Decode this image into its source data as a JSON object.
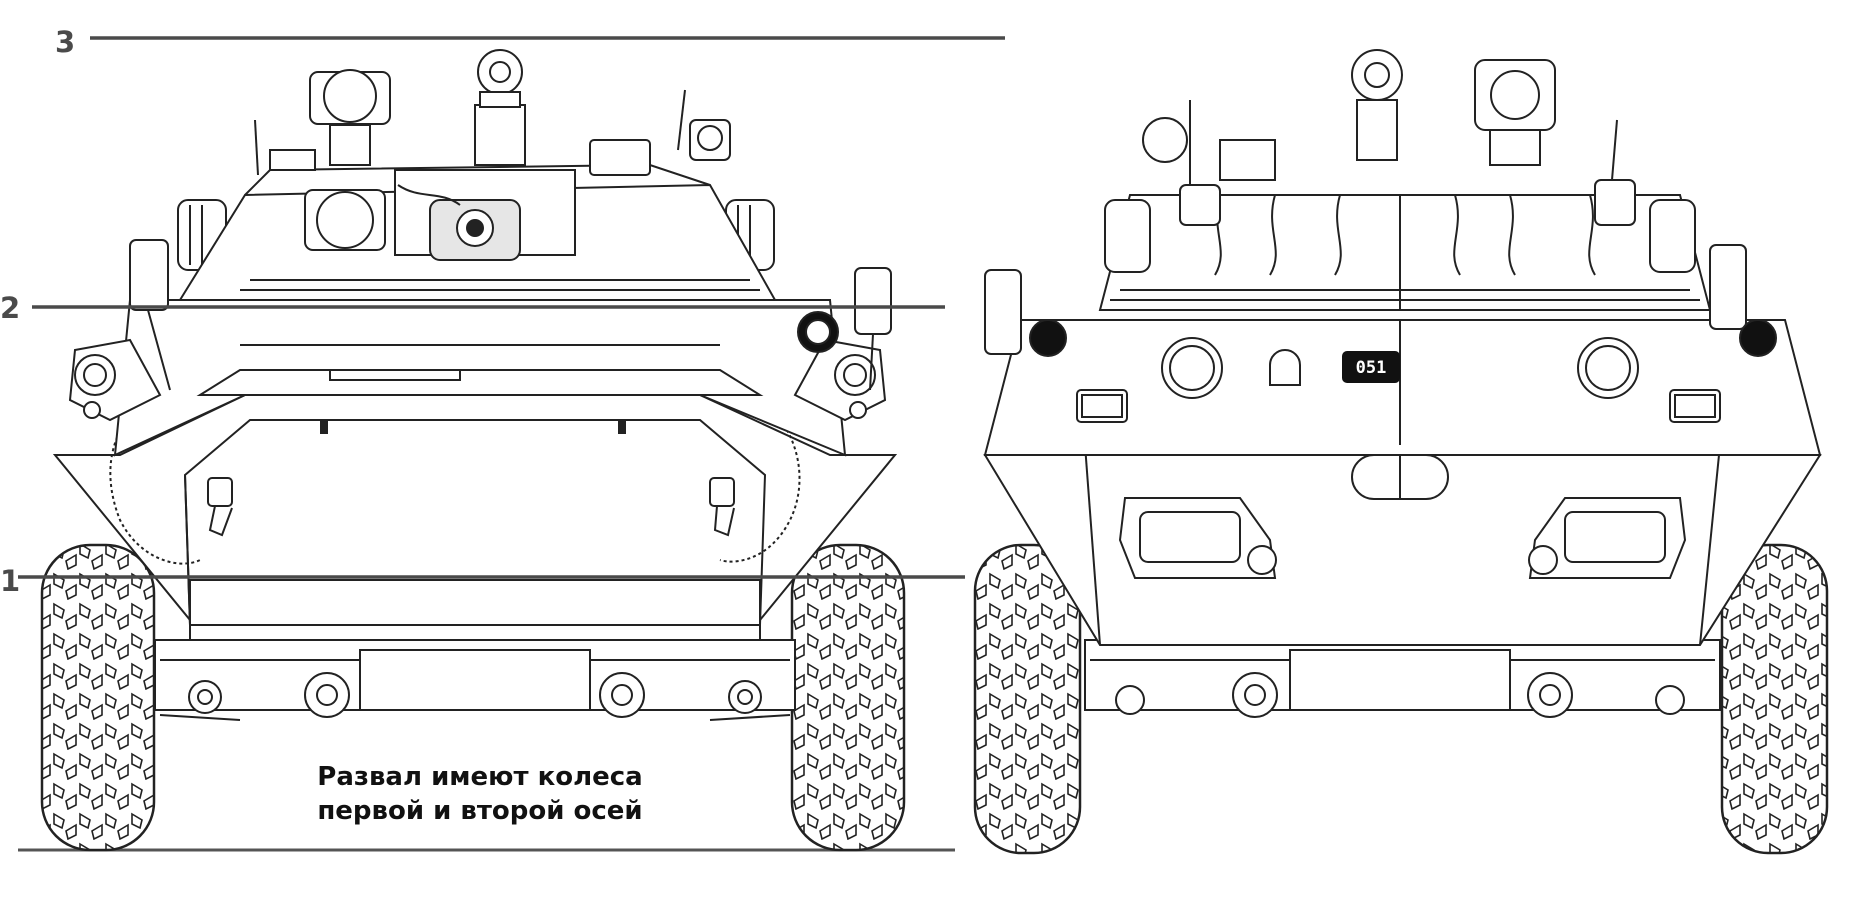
{
  "reference_lines": [
    {
      "label": "3"
    },
    {
      "label": "2"
    },
    {
      "label": "1"
    }
  ],
  "caption": {
    "line1": "Развал имеют колеса",
    "line2": "первой и второй осей"
  },
  "rear_view": {
    "hull_number": "051"
  },
  "colors": {
    "line": "#4a4a4a",
    "ink": "#111111",
    "paper": "#ffffff"
  }
}
